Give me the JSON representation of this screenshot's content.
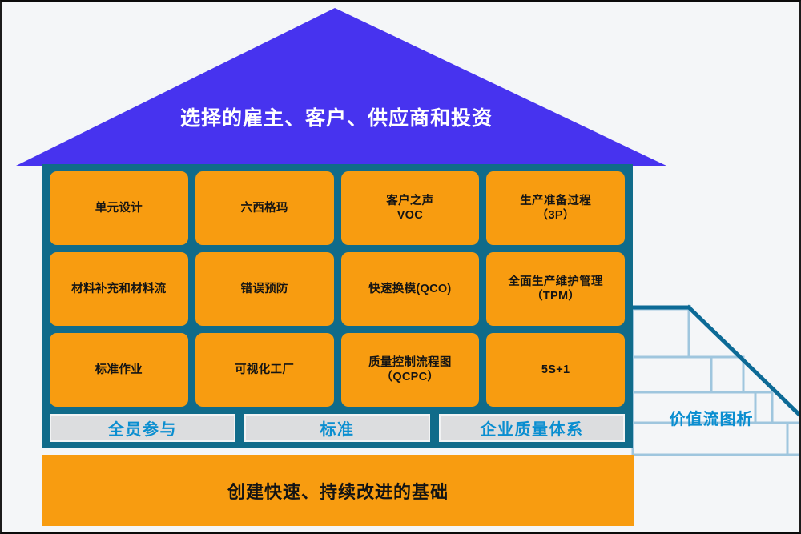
{
  "colors": {
    "background": "#f4f6f8",
    "roof": "#4733ef",
    "wall": "#106b8a",
    "pillar": "#f89c10",
    "pillar_text": "#141414",
    "base_box": "#dcdddf",
    "base_text": "#0a8ed0",
    "foundation": "#f89c10",
    "stair_dark": "#0c6a96",
    "stair_light": "#9fc6de"
  },
  "roof": {
    "label": "选择的雇主、客户、供应商和投资"
  },
  "pillars": [
    {
      "line1": "单元设计",
      "line2": ""
    },
    {
      "line1": "六西格玛",
      "line2": ""
    },
    {
      "line1": "客户之声",
      "line2": "VOC"
    },
    {
      "line1": "生产准备过程",
      "line2": "（3P）"
    },
    {
      "line1": "材料补充和材料流",
      "line2": ""
    },
    {
      "line1": "错误预防",
      "line2": ""
    },
    {
      "line1": "快速换模(QCO)",
      "line2": ""
    },
    {
      "line1": "全面生产维护管理",
      "line2": "（TPM）"
    },
    {
      "line1": "标准作业",
      "line2": ""
    },
    {
      "line1": "可视化工厂",
      "line2": ""
    },
    {
      "line1": "质量控制流程图",
      "line2": "（QCPC）"
    },
    {
      "line1": "5S+1",
      "line2": ""
    }
  ],
  "base_boxes": [
    {
      "label": "全员参与"
    },
    {
      "label": "标准"
    },
    {
      "label": "企业质量体系"
    }
  ],
  "foundation": {
    "label": "创建快速、持续改进的基础"
  },
  "stairs": {
    "label": "价值流图析"
  }
}
